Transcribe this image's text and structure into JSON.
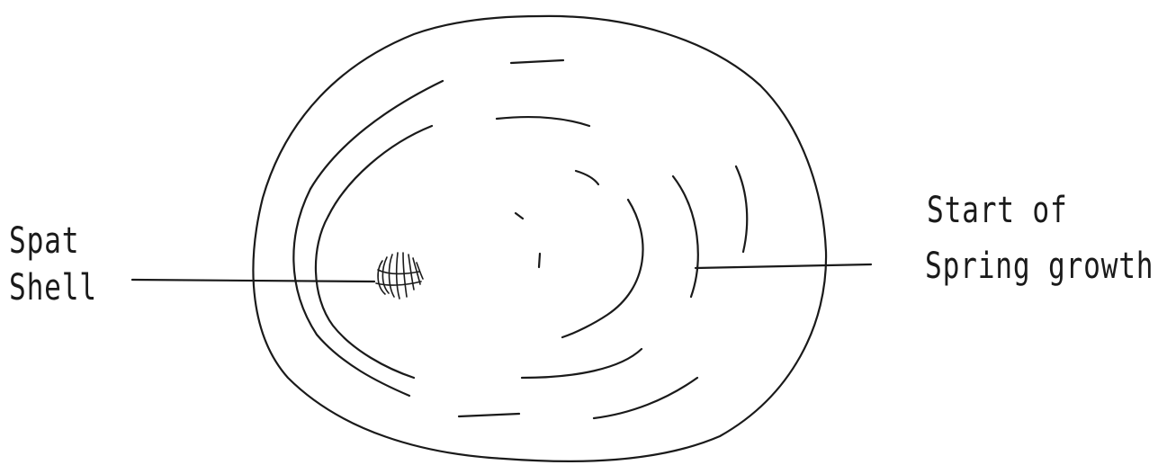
{
  "labels": {
    "left_line1": "Spat",
    "left_line2": "Shell",
    "right_line1": "Start of",
    "right_line2": "Spring growth"
  },
  "colors": {
    "ink": "#1a1a1a",
    "background": "#ffffff"
  }
}
